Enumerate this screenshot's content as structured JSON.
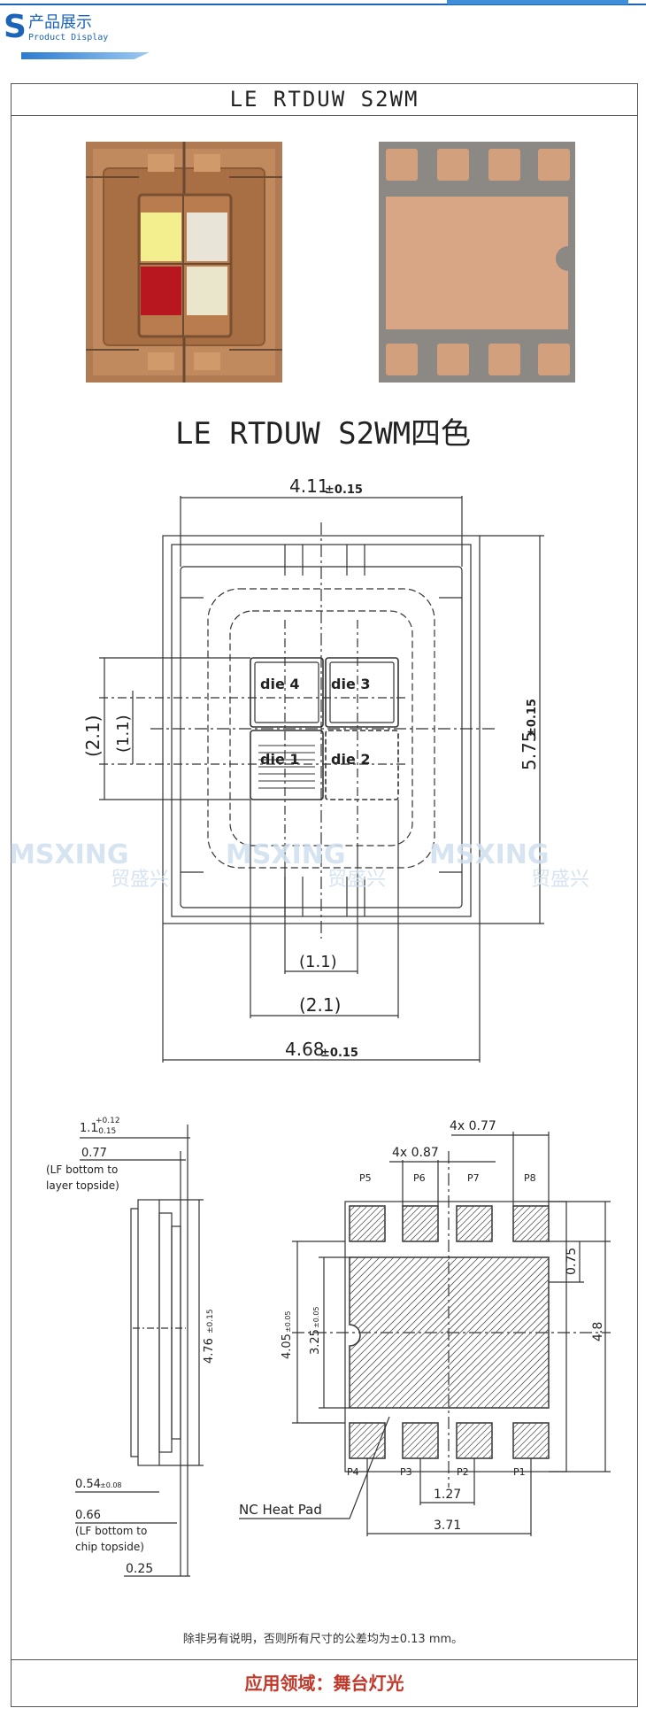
{
  "header": {
    "logo_letter": "S",
    "logo_cn": "产品展示",
    "logo_en": "Product Display",
    "accent_color": "#1b64b8"
  },
  "product": {
    "model": "LE RTDUW S2WM",
    "title": "LE RTDUW S2WM四色"
  },
  "top_view": {
    "dim_top": "4.11",
    "dim_top_tol": "±0.15",
    "dim_right": "5.75",
    "dim_right_tol": "±0.15",
    "dim_bottom": "4.68",
    "dim_bottom_tol": "±0.15",
    "dim_left_outer": "(2.1)",
    "dim_left_inner": "(1.1)",
    "dim_bottom_inner": "(1.1)",
    "dim_bottom_outer": "(2.1)",
    "dies": [
      "die 4",
      "die 3",
      "die 1",
      "die 2"
    ]
  },
  "watermark": {
    "en": "MSXING",
    "cn": "贸盛兴"
  },
  "side_view": {
    "height": "1.1",
    "height_tol_plus": "+0.12",
    "height_tol_minus": "-0.15",
    "lf_top": "0.77",
    "lf_top_note_1": "(LF bottom to",
    "lf_top_note_2": "layer topside)",
    "body_height": "4.76",
    "body_height_tol": "±0.15",
    "pad_thickness": "0.54",
    "pad_thickness_tol": "±0.08",
    "lf_chip": "0.66",
    "lf_chip_note_1": "(LF bottom to",
    "lf_chip_note_2": "chip topside)",
    "base": "0.25"
  },
  "bottom_view": {
    "pad_width_label": "4x 0.77",
    "pad_pitch_label": "4x 0.87",
    "top_pins": [
      "P5",
      "P6",
      "P7",
      "P8"
    ],
    "bottom_pins": [
      "P4",
      "P3",
      "P2",
      "P1"
    ],
    "height_outer": "4.05",
    "height_outer_tol": "±0.05",
    "height_inner": "3.25",
    "height_inner_tol": "±0.05",
    "right_small": "0.75",
    "right_total": "4.8",
    "pitch": "1.27",
    "span": "3.71",
    "heat_pad": "NC Heat Pad"
  },
  "note": "除非另有说明，否则所有尺寸的公差均为±0.13 mm。",
  "application": "应用领域：舞台灯光"
}
